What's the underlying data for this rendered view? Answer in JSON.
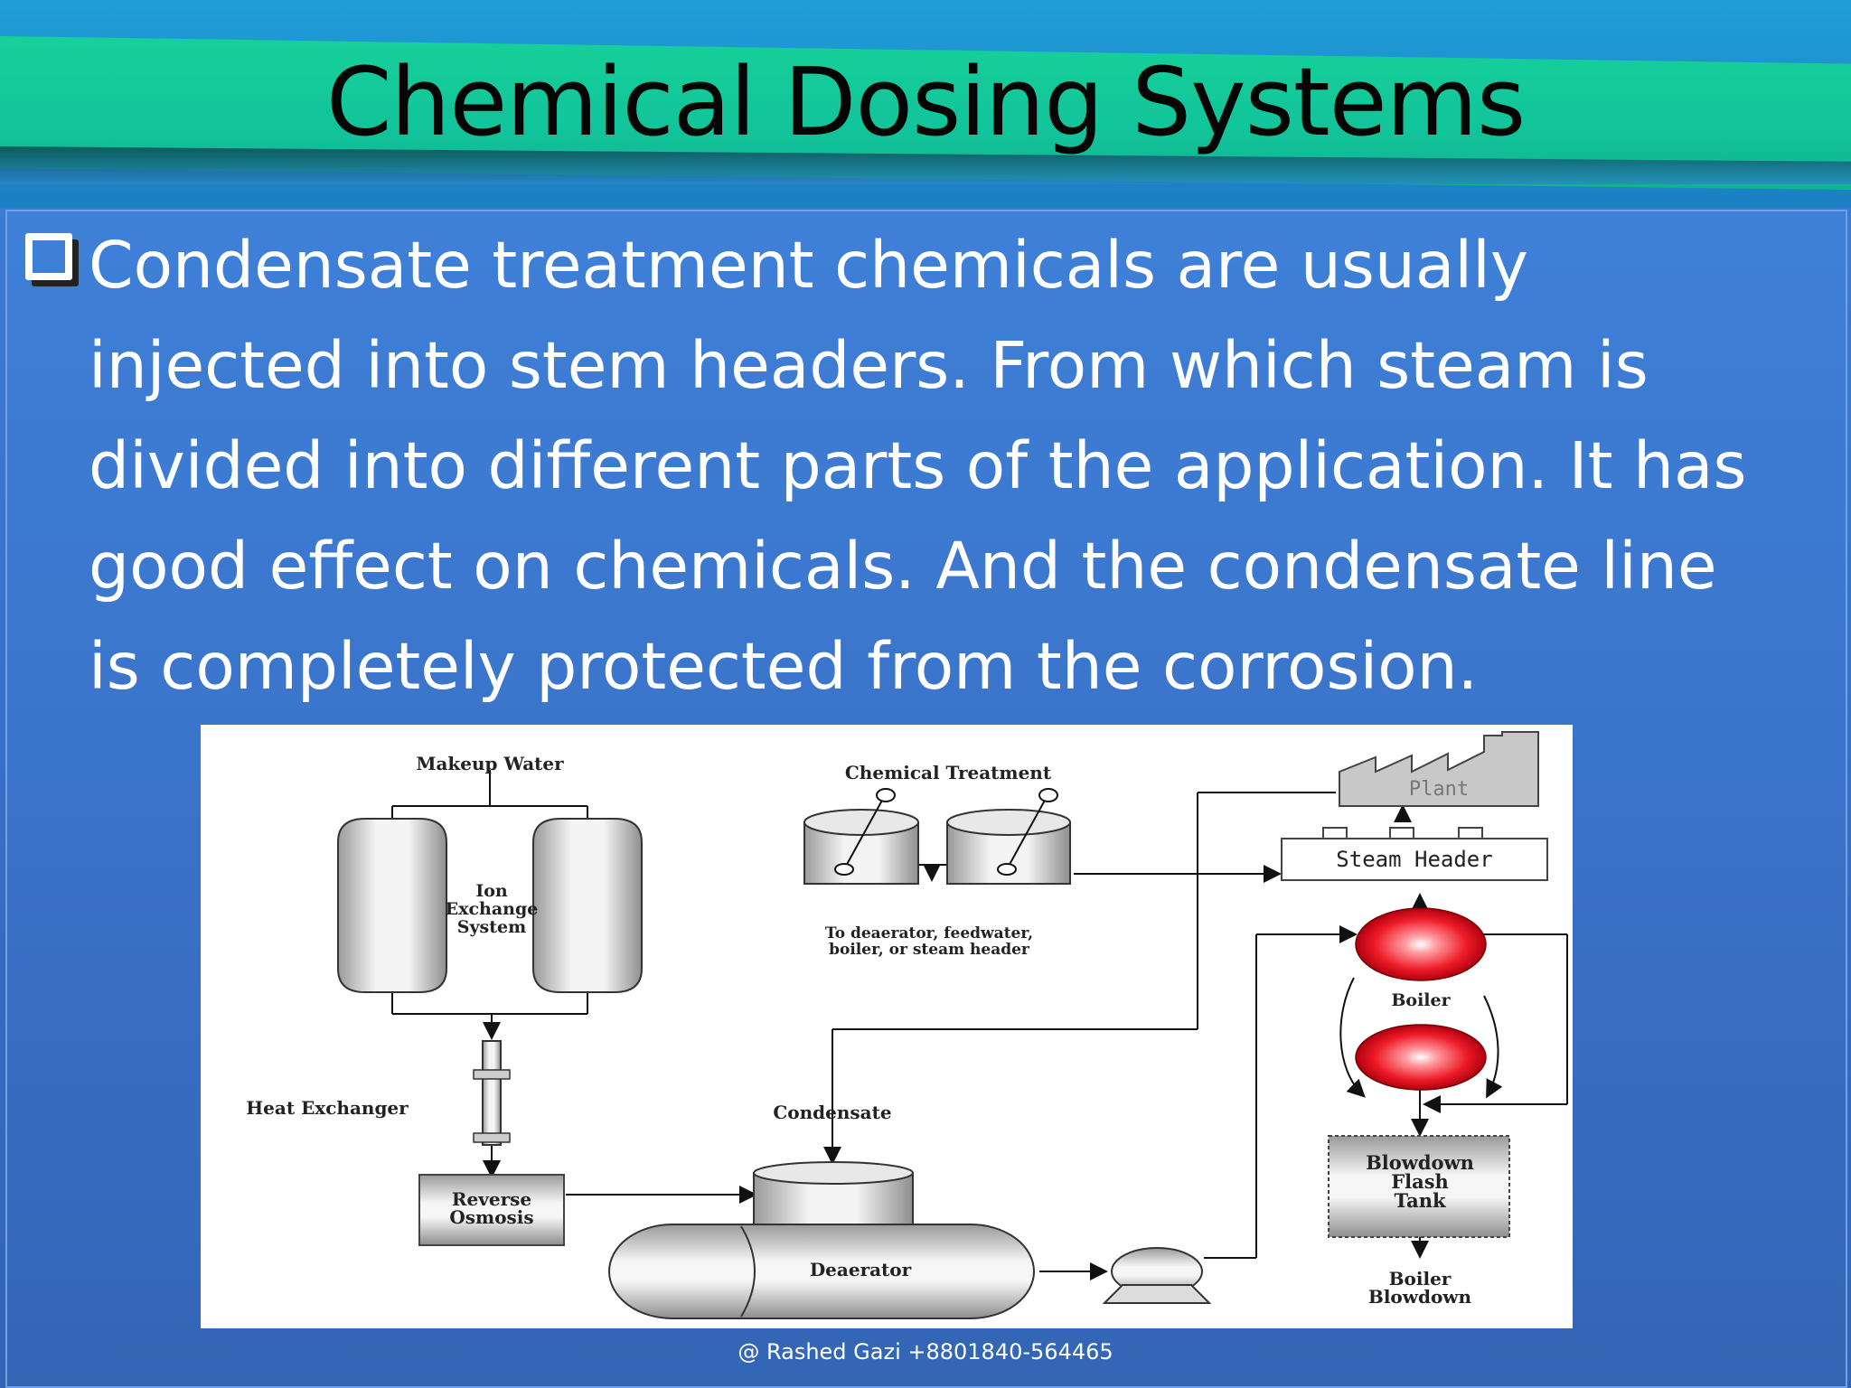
{
  "slide": {
    "title": "Chemical Dosing Systems",
    "bullet_lines": [
      "Condensate treatment chemicals are usually",
      "injected into stem headers. From which steam is",
      "divided into different parts of the application. It has",
      "good effect on chemicals. And the condensate line",
      "is completely protected from the corrosion."
    ],
    "footer": "@ Rashed Gazi  +8801840-564465"
  },
  "diagram": {
    "makeup_water": "Makeup Water",
    "ion_exchange": [
      "Ion",
      "Exchange",
      "System"
    ],
    "chemical_treatment": "Chemical Treatment",
    "chem_destination": [
      "To deaerator, feedwater,",
      "boiler, or steam header"
    ],
    "plant": "Plant",
    "steam_header": "Steam Header",
    "boiler": "Boiler",
    "heat_exchanger": "Heat Exchanger",
    "condensate": "Condensate",
    "reverse_osmosis": [
      "Reverse",
      "Osmosis"
    ],
    "deaerator": "Deaerator",
    "blowdown_flash_tank": [
      "Blowdown",
      "Flash",
      "Tank"
    ],
    "boiler_blowdown": [
      "Boiler",
      "Blowdown"
    ]
  },
  "colors": {
    "title_band": "#12c49a",
    "content_bg": "#3a73c9",
    "boiler_red": "#e8121f",
    "text_white": "#ffffff"
  }
}
